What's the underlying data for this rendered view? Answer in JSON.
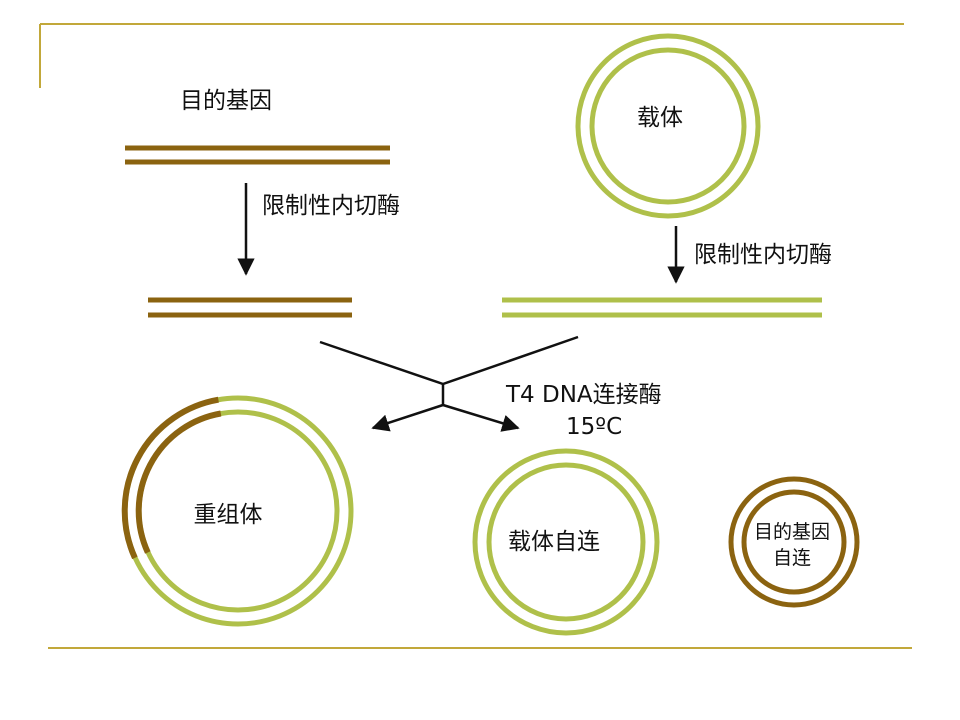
{
  "colors": {
    "gene": "#8b6310",
    "vector": "#afc04a",
    "frame": "#c2a83a",
    "arrow": "#111111",
    "recombinant_label": "#8b6310"
  },
  "labels": {
    "gene": "目的基因",
    "vector": "载体",
    "enzyme_left": "限制性内切酶",
    "enzyme_right": "限制性内切酶",
    "ligase": "T4 DNA连接酶",
    "temperature": "15ºC",
    "recombinant": "重组体",
    "vector_self": "载体自连",
    "gene_self_line1": "目的基因",
    "gene_self_line2": "自连"
  }
}
